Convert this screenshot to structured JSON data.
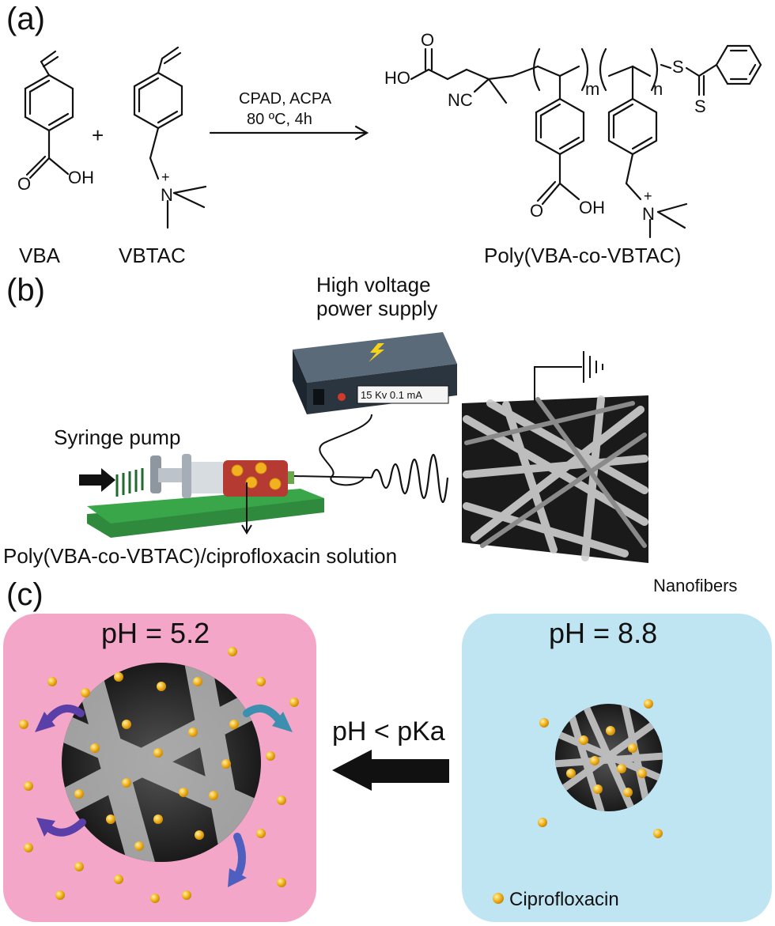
{
  "panels": {
    "a": {
      "label": "(a)",
      "monomer1": "VBA",
      "monomer2": "VBTAC",
      "plus": "+",
      "conditions_line1": "CPAD, ACPA",
      "conditions_line2": "80 ºC, 4h",
      "product": "Poly(VBA-co-VBTAC)",
      "atoms": {
        "O": "O",
        "OH": "OH",
        "HO": "HO",
        "NC": "NC",
        "S": "S",
        "N": "N",
        "plus": "+",
        "m": "m",
        "n": "n"
      }
    },
    "b": {
      "label": "(b)",
      "power_supply_line1": "High voltage",
      "power_supply_line2": "power supply",
      "display": "15 Kv 0.1 mA",
      "syringe_pump": "Syringe pump",
      "solution": "Poly(VBA-co-VBTAC)/ciprofloxacin solution",
      "nanofibers": "Nanofibers"
    },
    "c": {
      "label": "(c)",
      "left_ph": "pH = 5.2",
      "right_ph": "pH = 8.8",
      "condition": "pH < pKa",
      "legend": "Ciprofloxacin"
    }
  },
  "colors": {
    "left_box": "#f4a6c8",
    "right_box": "#bfe5f3",
    "pump_green": "#3aa64a",
    "drug_dot": "#f2b21f",
    "power_box": "#2b3540"
  }
}
